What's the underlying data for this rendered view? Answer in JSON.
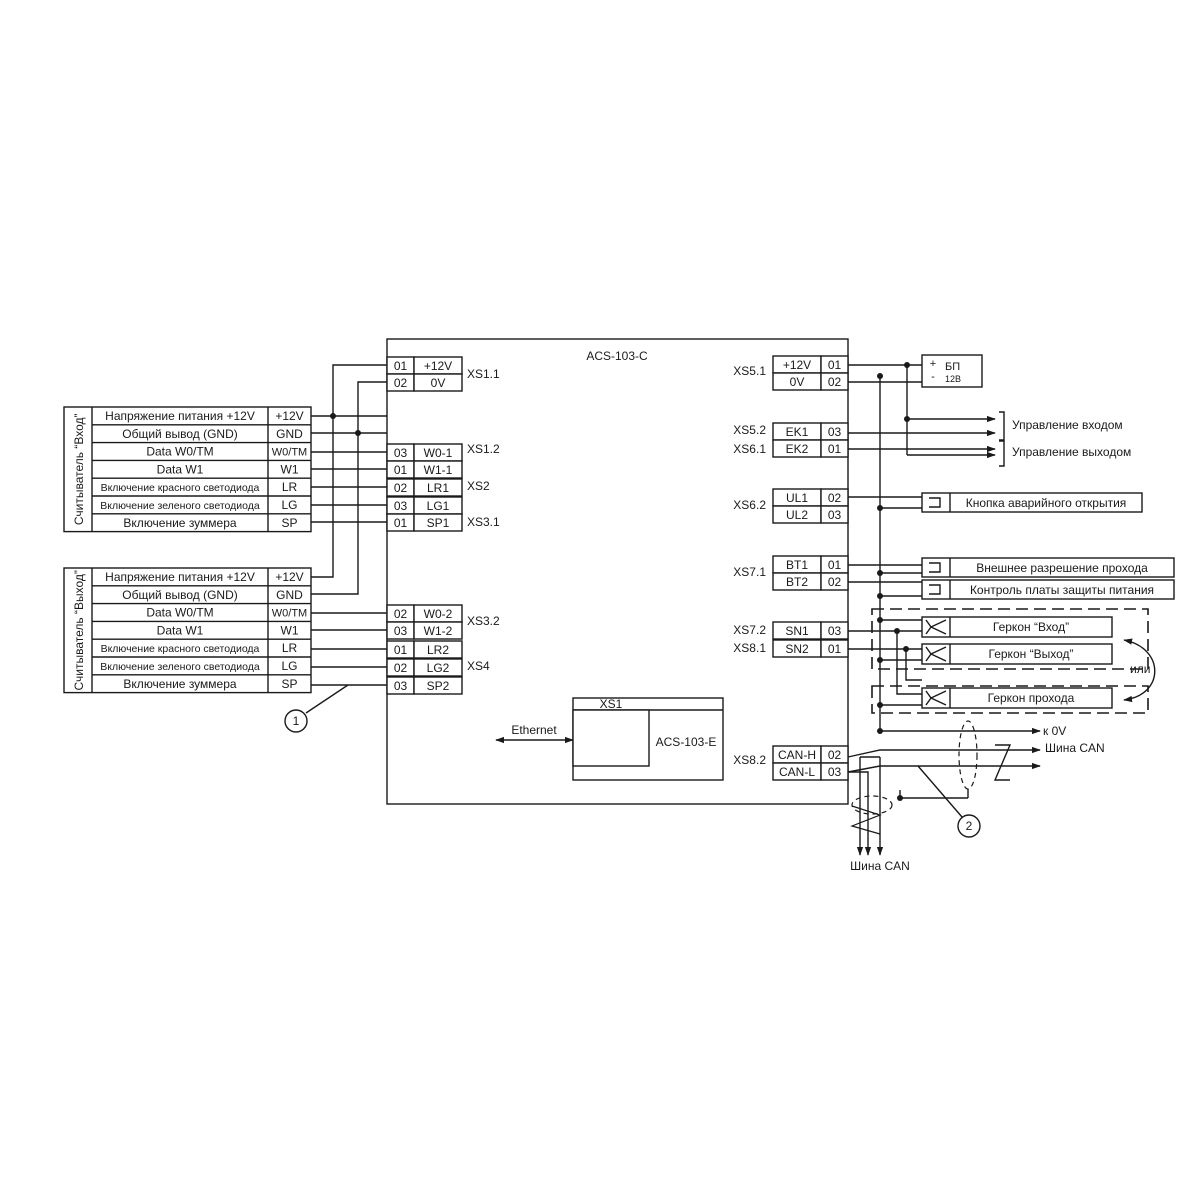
{
  "controller": {
    "title": "ACS-103-C",
    "module": {
      "connector": "XS1",
      "name": "ACS-103-E"
    },
    "ethernet": "Ethernet"
  },
  "readers": [
    {
      "title": "Считыватель “Вход”",
      "rows": [
        {
          "label": "Напряжение питания +12V",
          "pin": "+12V"
        },
        {
          "label": "Общий вывод (GND)",
          "pin": "GND"
        },
        {
          "label": "Data W0/TM",
          "pin": "W0/TM"
        },
        {
          "label": "Data W1",
          "pin": "W1"
        },
        {
          "label": "Включение красного светодиода",
          "pin": "LR"
        },
        {
          "label": "Включение зеленого светодиода",
          "pin": "LG"
        },
        {
          "label": "Включение зуммера",
          "pin": "SP"
        }
      ]
    },
    {
      "title": "Считыватель “Выход”",
      "rows": [
        {
          "label": "Напряжение питания +12V",
          "pin": "+12V"
        },
        {
          "label": "Общий вывод (GND)",
          "pin": "GND"
        },
        {
          "label": "Data W0/TM",
          "pin": "W0/TM"
        },
        {
          "label": "Data W1",
          "pin": "W1"
        },
        {
          "label": "Включение красного светодиода",
          "pin": "LR"
        },
        {
          "label": "Включение зеленого светодиода",
          "pin": "LG"
        },
        {
          "label": "Включение зуммера",
          "pin": "SP"
        }
      ]
    }
  ],
  "left_terminals": [
    {
      "num": "01",
      "sig": "+12V"
    },
    {
      "num": "02",
      "sig": "0V"
    },
    {
      "num": "03",
      "sig": "W0-1"
    },
    {
      "num": "01",
      "sig": "W1-1"
    },
    {
      "num": "02",
      "sig": "LR1"
    },
    {
      "num": "03",
      "sig": "LG1"
    },
    {
      "num": "01",
      "sig": "SP1"
    },
    {
      "num": "02",
      "sig": "W0-2"
    },
    {
      "num": "03",
      "sig": "W1-2"
    },
    {
      "num": "01",
      "sig": "LR2"
    },
    {
      "num": "02",
      "sig": "LG2"
    },
    {
      "num": "03",
      "sig": "SP2"
    }
  ],
  "left_connectors": [
    "XS1.1",
    "XS1.2",
    "XS2",
    "XS3.1",
    "XS3.2",
    "XS4"
  ],
  "right_terminals": [
    {
      "sig": "+12V",
      "num": "01"
    },
    {
      "sig": "0V",
      "num": "02"
    },
    {
      "sig": "EK1",
      "num": "03"
    },
    {
      "sig": "EK2",
      "num": "01"
    },
    {
      "sig": "UL1",
      "num": "02"
    },
    {
      "sig": "UL2",
      "num": "03"
    },
    {
      "sig": "BT1",
      "num": "01"
    },
    {
      "sig": "BT2",
      "num": "02"
    },
    {
      "sig": "SN1",
      "num": "03"
    },
    {
      "sig": "SN2",
      "num": "01"
    },
    {
      "sig": "CAN-H",
      "num": "02"
    },
    {
      "sig": "CAN-L",
      "num": "03"
    }
  ],
  "right_connectors": [
    "XS5.1",
    "XS5.2",
    "XS6.1",
    "XS6.2",
    "XS7.1",
    "XS7.2",
    "XS8.1",
    "XS8.2"
  ],
  "power_supply": {
    "plus": "+",
    "minus": "-",
    "name": "БП",
    "voltage": "12В"
  },
  "outputs": {
    "entry_control": "Управление входом",
    "exit_control": "Управление выходом"
  },
  "devices": [
    "Кнопка аварийного открытия",
    "Внешнее разрешение прохода",
    "Контроль платы защиты питания"
  ],
  "reed_switches": [
    "Геркон “Вход”",
    "Геркон “Выход”",
    "Геркон прохода"
  ],
  "or_label": "или",
  "can": {
    "to_0v": "к 0V",
    "bus_right": "Шина CAN",
    "bus_bottom": "Шина CAN"
  },
  "callouts": [
    "1",
    "2"
  ]
}
